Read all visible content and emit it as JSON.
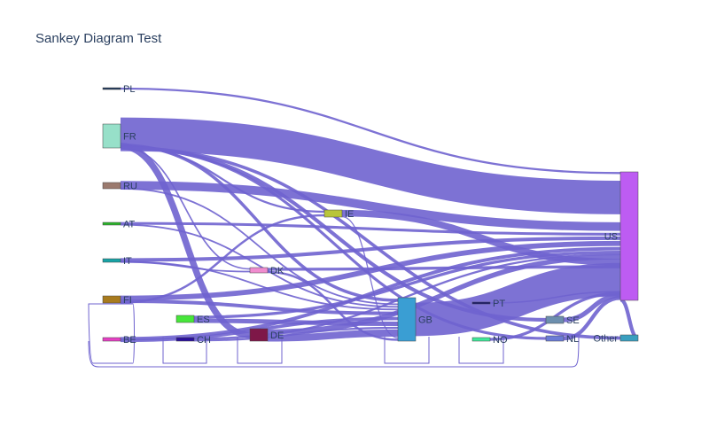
{
  "title": "Sankey Diagram Test",
  "link_color": "#6f63cf",
  "nodes": [
    {
      "id": "PL",
      "label": "PL",
      "color": "#1f3a5f"
    },
    {
      "id": "FR",
      "label": "FR",
      "color": "#97e0c9"
    },
    {
      "id": "RU",
      "label": "RU",
      "color": "#9b7a6e"
    },
    {
      "id": "AT",
      "label": "AT",
      "color": "#2bb52b"
    },
    {
      "id": "IT",
      "label": "IT",
      "color": "#17a3a6"
    },
    {
      "id": "FI",
      "label": "FI",
      "color": "#a87b1e"
    },
    {
      "id": "BE",
      "label": "BE",
      "color": "#e63fc4"
    },
    {
      "id": "IE",
      "label": "IE",
      "color": "#b9c53a"
    },
    {
      "id": "DK",
      "label": "DK",
      "color": "#f08ccf"
    },
    {
      "id": "ES",
      "label": "ES",
      "color": "#47e63a"
    },
    {
      "id": "CH",
      "label": "CH",
      "color": "#2a0f9c"
    },
    {
      "id": "DE",
      "label": "DE",
      "color": "#7e1748"
    },
    {
      "id": "GB",
      "label": "GB",
      "color": "#3a9ed3"
    },
    {
      "id": "PT",
      "label": "PT",
      "color": "#1a1a70"
    },
    {
      "id": "NO",
      "label": "NO",
      "color": "#3ee89a"
    },
    {
      "id": "SE",
      "label": "SE",
      "color": "#6d8fae"
    },
    {
      "id": "NL",
      "label": "NL",
      "color": "#6b7bd6"
    },
    {
      "id": "Other",
      "label": "Other",
      "color": "#3a9fbf"
    },
    {
      "id": "US",
      "label": "US",
      "color": "#bd5cf2"
    }
  ],
  "links": [
    {
      "source": "PL",
      "target": "US",
      "value": 1
    },
    {
      "source": "FR",
      "target": "US",
      "value": 20
    },
    {
      "source": "FR",
      "target": "GB",
      "value": 1
    },
    {
      "source": "FR",
      "target": "DE",
      "value": 0.5
    },
    {
      "source": "FR",
      "target": "IE",
      "value": 0.5
    },
    {
      "source": "FR",
      "target": "DK",
      "value": 0.3
    },
    {
      "source": "FR",
      "target": "NL",
      "value": 0.3
    },
    {
      "source": "FR",
      "target": "SE",
      "value": 0.3
    },
    {
      "source": "FR",
      "target": "Other",
      "value": 0.3
    },
    {
      "source": "RU",
      "target": "US",
      "value": 5
    },
    {
      "source": "RU",
      "target": "GB",
      "value": 0.5
    },
    {
      "source": "AT",
      "target": "US",
      "value": 1.5
    },
    {
      "source": "AT",
      "target": "GB",
      "value": 0.5
    },
    {
      "source": "IT",
      "target": "US",
      "value": 2
    },
    {
      "source": "IT",
      "target": "GB",
      "value": 0.5
    },
    {
      "source": "IT",
      "target": "DK",
      "value": 0.3
    },
    {
      "source": "FI",
      "target": "US",
      "value": 2.5
    },
    {
      "source": "FI",
      "target": "GB",
      "value": 1
    },
    {
      "source": "FI",
      "target": "IE",
      "value": 0.5
    },
    {
      "source": "BE",
      "target": "US",
      "value": 2
    },
    {
      "source": "BE",
      "target": "GB",
      "value": 1
    },
    {
      "source": "ES",
      "target": "US",
      "value": 1
    },
    {
      "source": "ES",
      "target": "GB",
      "value": 1
    },
    {
      "source": "CH",
      "target": "US",
      "value": 0.8
    },
    {
      "source": "CH",
      "target": "GB",
      "value": 0.5
    },
    {
      "source": "DE",
      "target": "US",
      "value": 1.5
    },
    {
      "source": "DE",
      "target": "GB",
      "value": 1.5
    },
    {
      "source": "IE",
      "target": "US",
      "value": 3
    },
    {
      "source": "IE",
      "target": "GB",
      "value": 0.3
    },
    {
      "source": "DK",
      "target": "US",
      "value": 1
    },
    {
      "source": "DK",
      "target": "GB",
      "value": 0.5
    },
    {
      "source": "GB",
      "target": "US",
      "value": 10
    },
    {
      "source": "PT",
      "target": "US",
      "value": 0.4
    },
    {
      "source": "NO",
      "target": "US",
      "value": 1
    },
    {
      "source": "SE",
      "target": "US",
      "value": 1
    },
    {
      "source": "NL",
      "target": "US",
      "value": 1
    },
    {
      "source": "Other",
      "target": "US",
      "value": 0.5
    }
  ]
}
